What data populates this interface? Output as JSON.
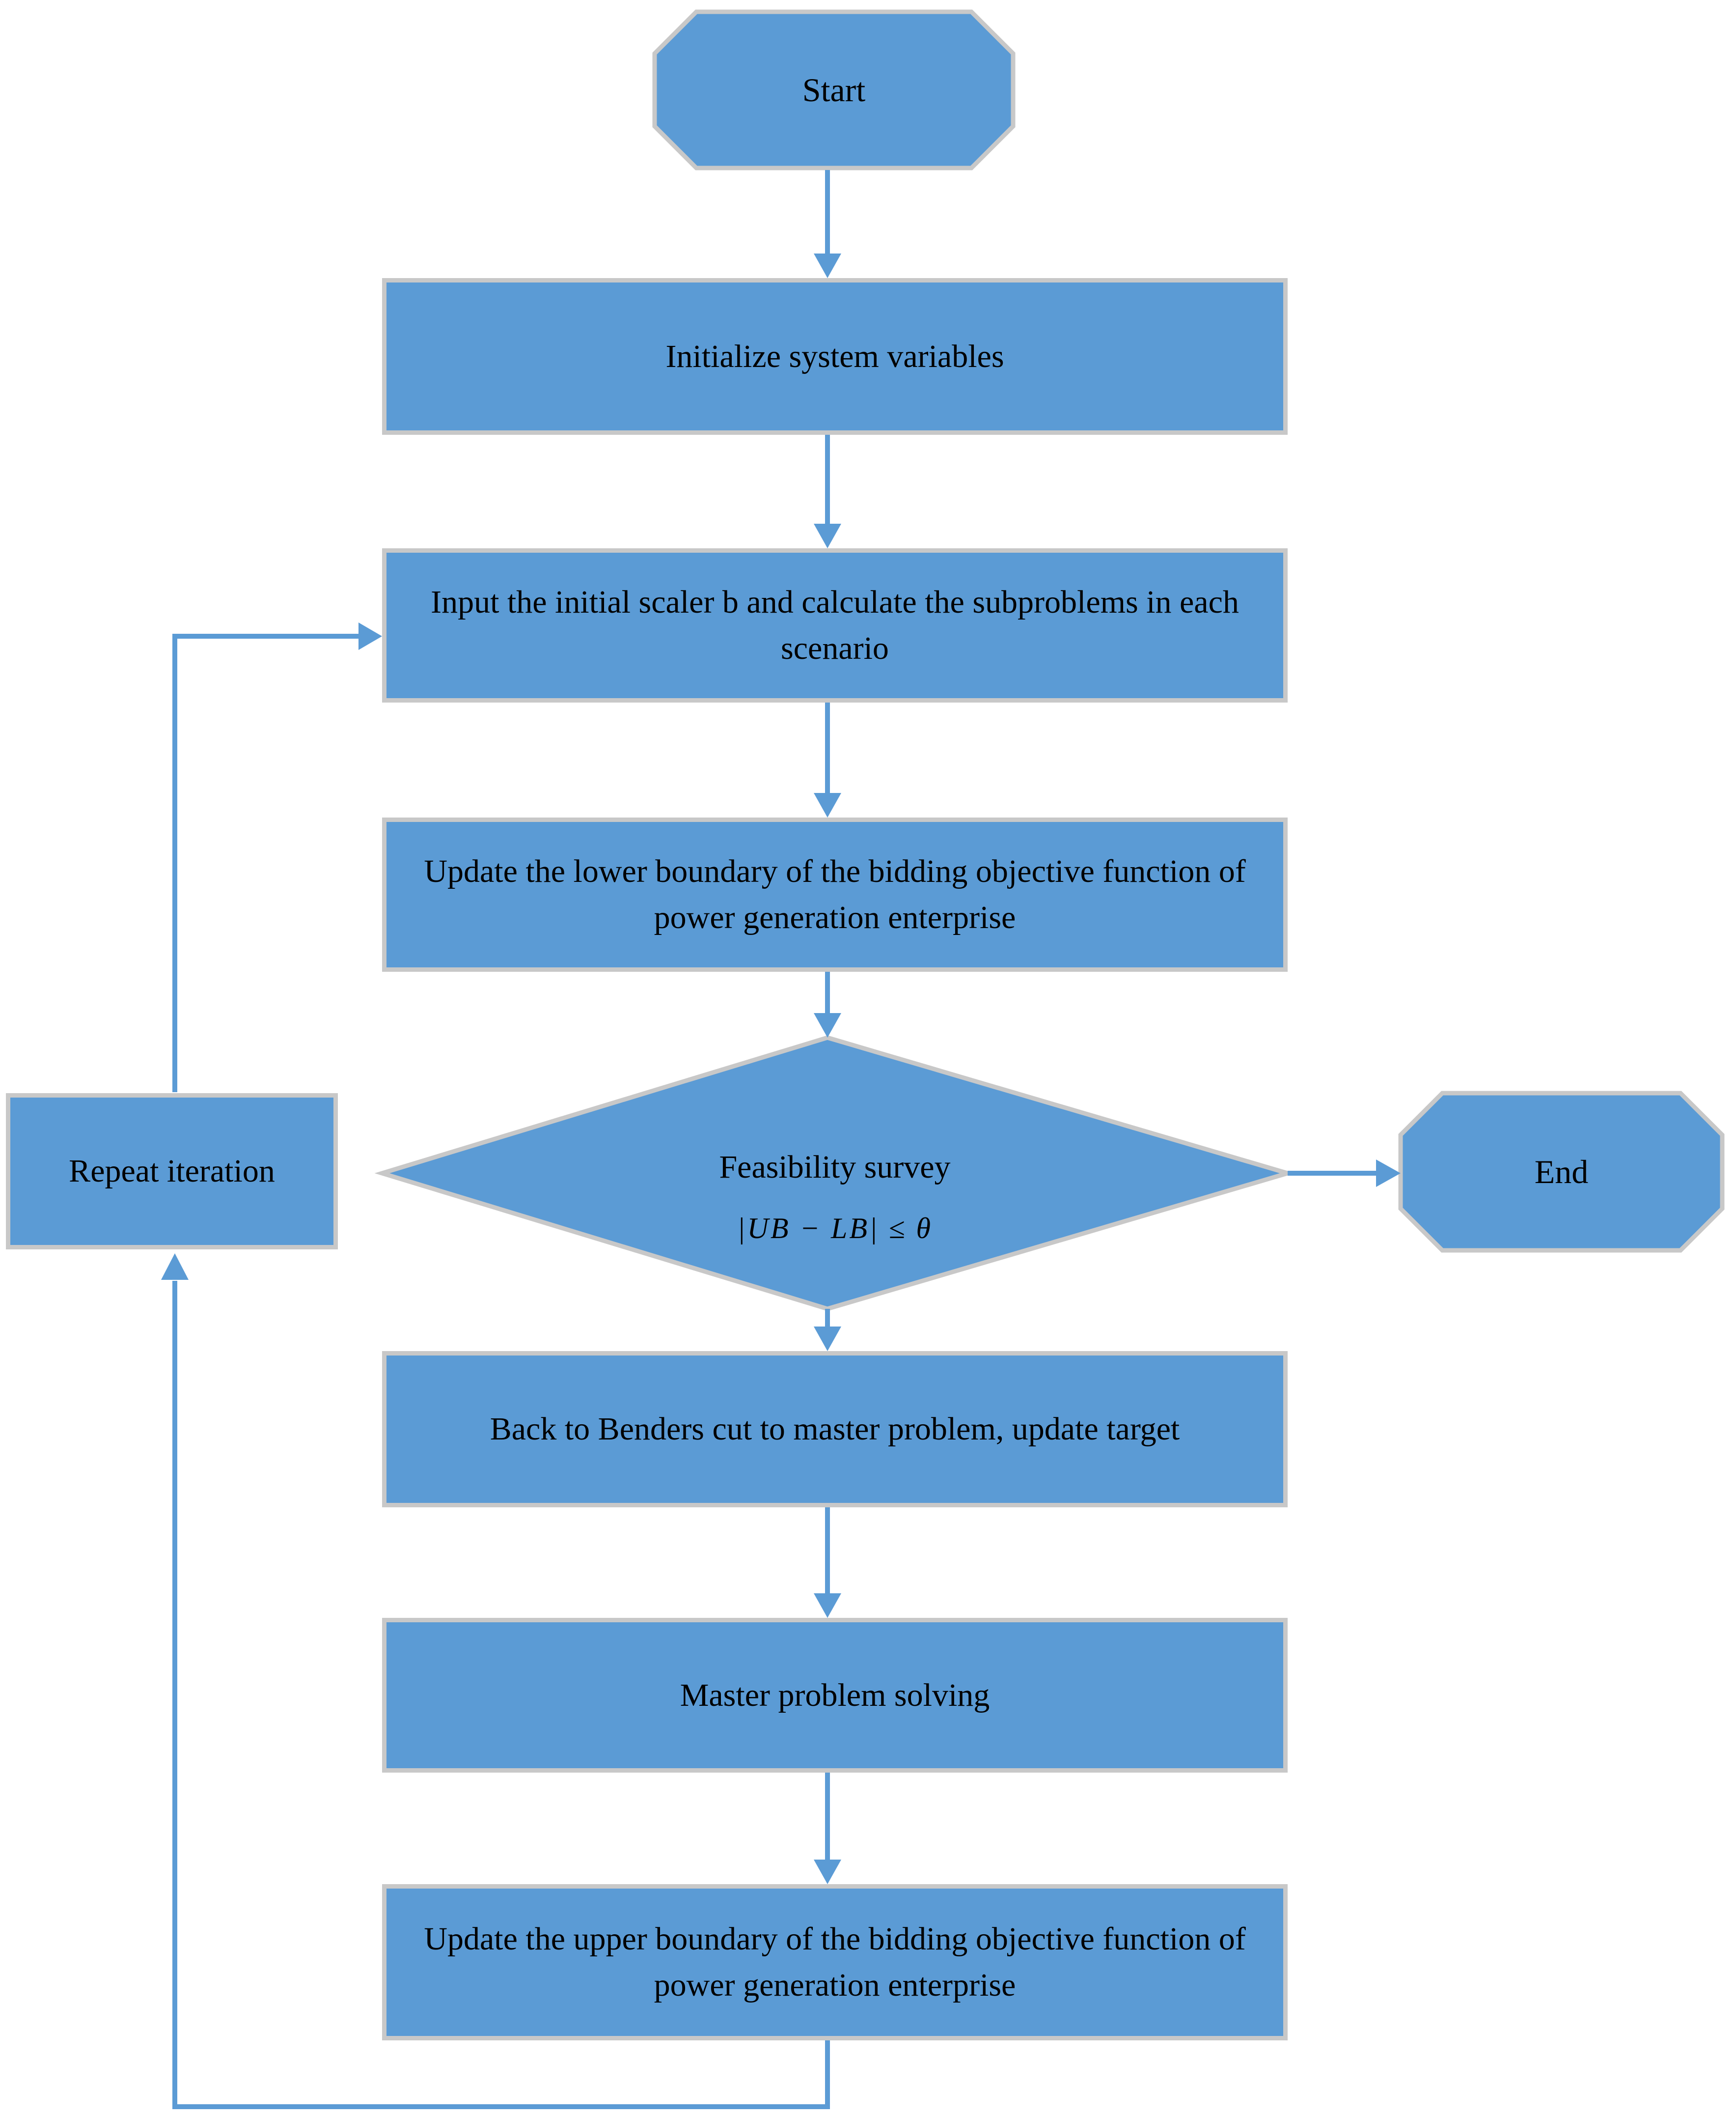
{
  "flowchart": {
    "nodes": {
      "start": {
        "label": "Start"
      },
      "initialize": {
        "label": "Initialize system variables"
      },
      "input_scaler": {
        "label": "Input the initial scaler b and calculate the subproblems in each scenario"
      },
      "update_lower": {
        "label": "Update the lower boundary of the bidding objective function of power generation enterprise"
      },
      "feasibility": {
        "label": "Feasibility survey",
        "condition": "|UB − LB| ≤ θ"
      },
      "repeat_iteration": {
        "label": "Repeat iteration"
      },
      "end": {
        "label": "End"
      },
      "benders_cut": {
        "label": "Back to Benders cut to master problem, update target"
      },
      "master_solving": {
        "label": "Master problem solving"
      },
      "update_upper": {
        "label": "Update the upper boundary of the bidding objective function of power generation enterprise"
      }
    },
    "colors": {
      "node_fill": "#5B9BD5",
      "node_border": "#C8C8C8",
      "connector": "#5B9BD5",
      "text": "#000000",
      "background": "#FFFFFF"
    }
  }
}
